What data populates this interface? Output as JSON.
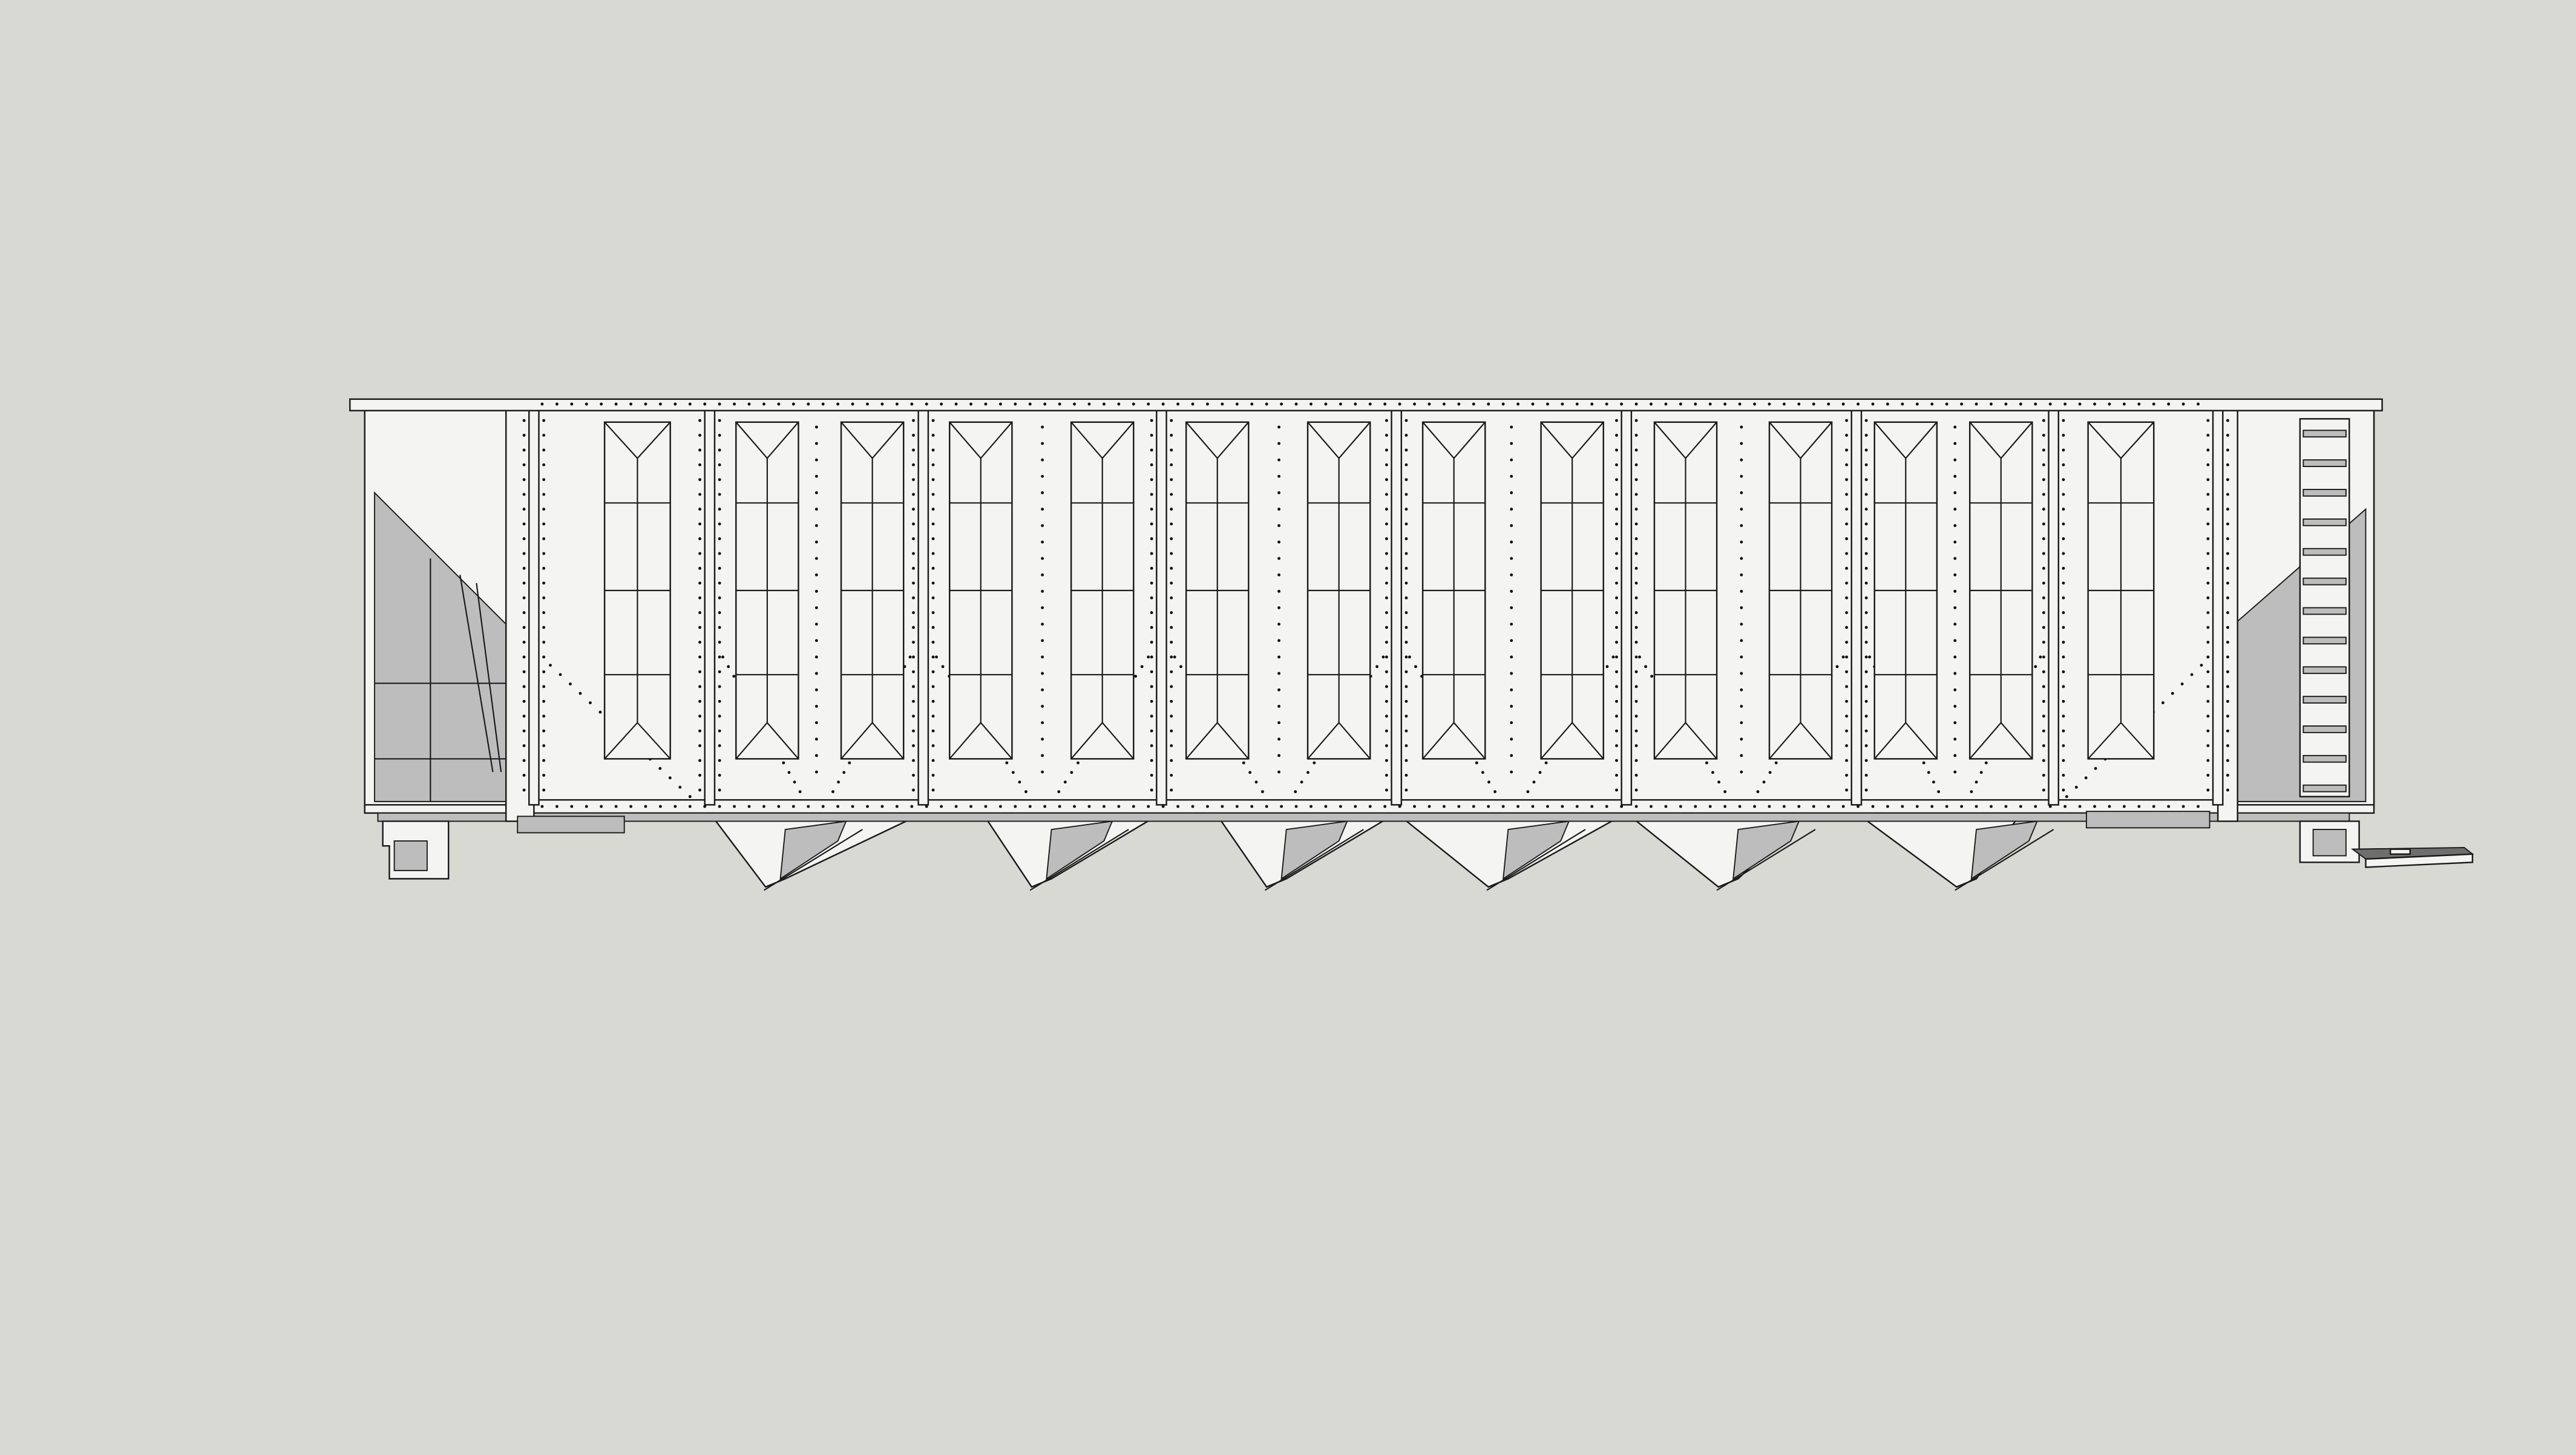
{
  "viewport": {
    "background_color": "#d8d9d3",
    "model": {
      "name": "hopper-car",
      "body_color": "#f4f4f2",
      "edge_color": "#1a1a1a",
      "shade_color": "#bdbdbd",
      "bays": 6,
      "hopper_chutes": 6
    }
  }
}
